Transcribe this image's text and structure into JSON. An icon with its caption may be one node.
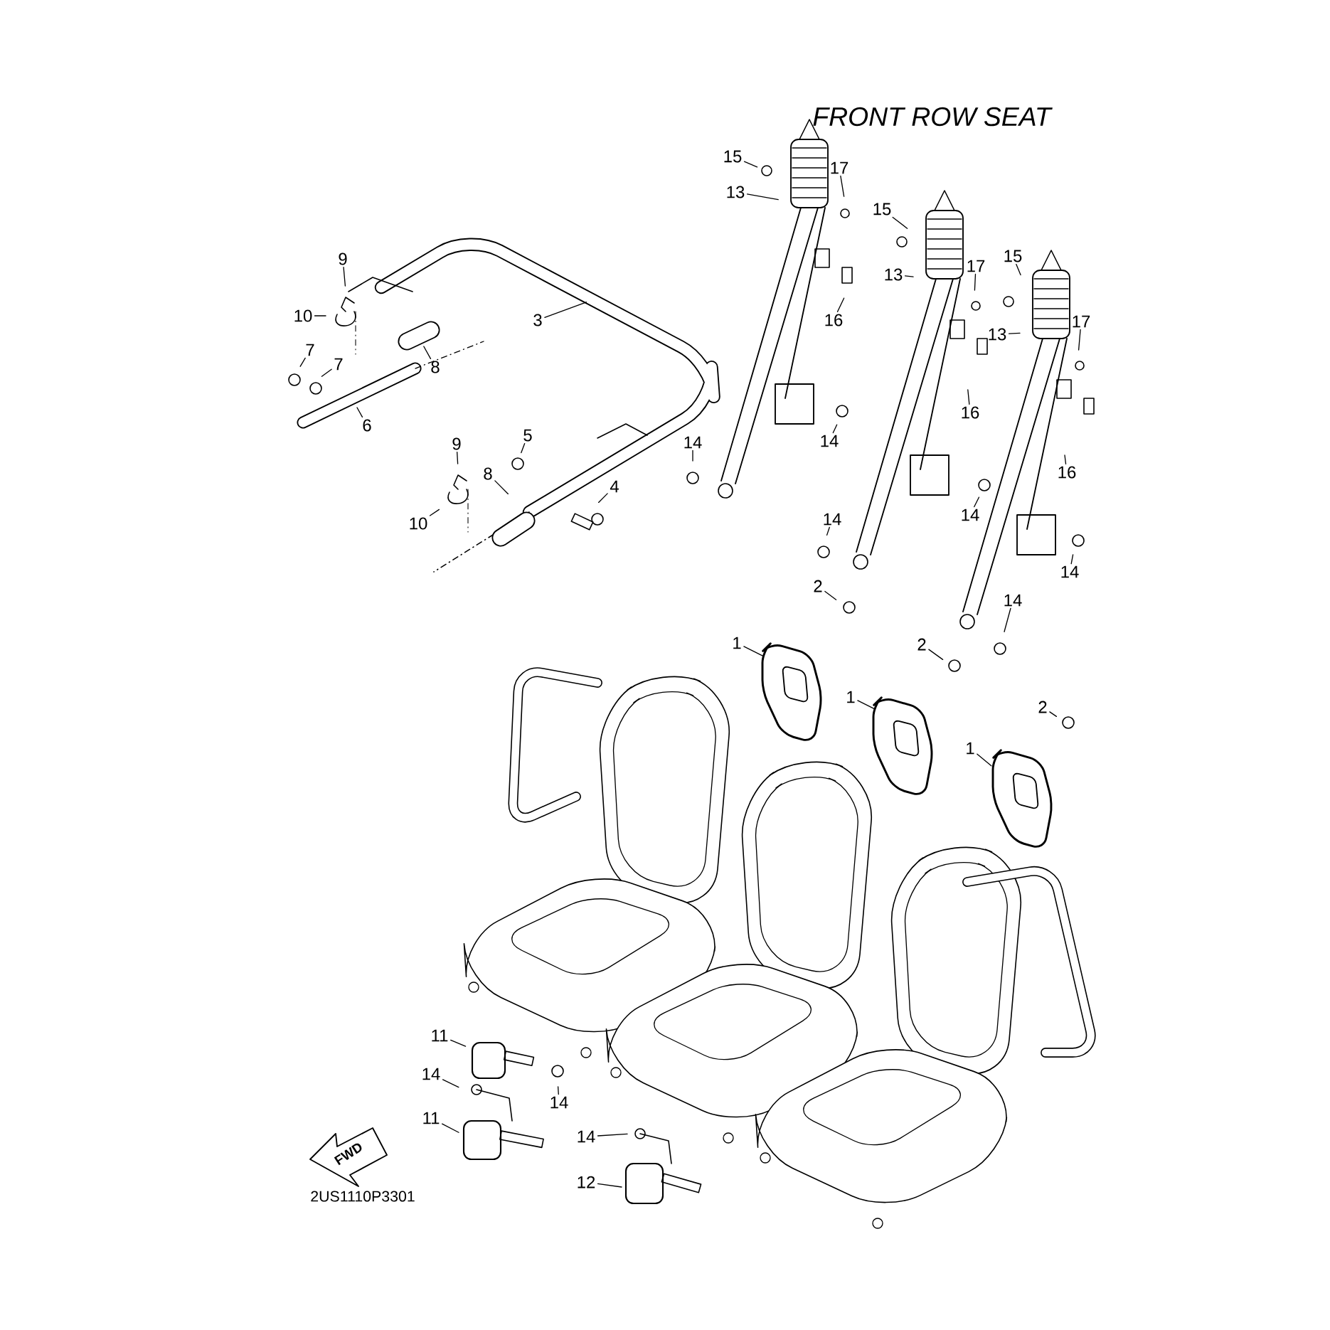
{
  "diagram": {
    "title": "FRONT ROW SEAT",
    "nodes": [
      {
        "text": [
          "9"
        ]
      },
      {
        "text": [
          "10"
        ]
      },
      {
        "text": [
          "7"
        ]
      },
      {
        "text": [
          "7"
        ]
      },
      {
        "text": [
          "8"
        ]
      },
      {
        "text": [
          "6"
        ]
      },
      {
        "text": [
          "3"
        ]
      },
      {
        "text": [
          "9"
        ]
      },
      {
        "text": [
          "10"
        ]
      },
      {
        "text": [
          "5"
        ]
      },
      {
        "text": [
          "8"
        ]
      },
      {
        "text": [
          "4"
        ]
      },
      {
        "text": [
          "15"
        ]
      },
      {
        "text": [
          "13"
        ]
      },
      {
        "text": [
          "17"
        ]
      },
      {
        "text": [
          "16"
        ]
      },
      {
        "text": [
          "14"
        ]
      },
      {
        "text": [
          "14"
        ]
      },
      {
        "text": [
          "15"
        ]
      },
      {
        "text": [
          "13"
        ]
      },
      {
        "text": [
          "17"
        ]
      },
      {
        "text": [
          "16"
        ]
      },
      {
        "text": [
          "15"
        ]
      },
      {
        "text": [
          "13"
        ]
      },
      {
        "text": [
          "17"
        ]
      },
      {
        "text": [
          "16"
        ]
      },
      {
        "text": [
          "14"
        ]
      },
      {
        "text": [
          "14"
        ]
      },
      {
        "text": [
          "14"
        ]
      },
      {
        "text": [
          "14"
        ]
      },
      {
        "text": [
          "2"
        ]
      },
      {
        "text": [
          "1"
        ]
      },
      {
        "text": [
          "2"
        ]
      },
      {
        "text": [
          "1"
        ]
      },
      {
        "text": [
          "2"
        ]
      },
      {
        "text": [
          "1"
        ]
      },
      {
        "text": [
          "11"
        ]
      },
      {
        "text": [
          "14"
        ]
      },
      {
        "text": [
          "14"
        ]
      },
      {
        "text": [
          "11"
        ]
      },
      {
        "text": [
          "14"
        ]
      },
      {
        "text": [
          "12"
        ]
      }
    ],
    "edges": [
      {
        "from": 0,
        "to": null,
        "arrow": "none"
      },
      {
        "from": 1,
        "to": null,
        "arrow": "none"
      },
      {
        "from": 2,
        "to": null,
        "arrow": "none"
      },
      {
        "from": 3,
        "to": null,
        "arrow": "none"
      },
      {
        "from": 4,
        "to": null,
        "arrow": "none"
      },
      {
        "from": 5,
        "to": null,
        "arrow": "none"
      },
      {
        "from": 6,
        "to": null,
        "arrow": "none"
      },
      {
        "from": 7,
        "to": null,
        "arrow": "none"
      },
      {
        "from": 8,
        "to": null,
        "arrow": "none"
      },
      {
        "from": 9,
        "to": null,
        "arrow": "none"
      },
      {
        "from": 10,
        "to": null,
        "arrow": "none"
      },
      {
        "from": 11,
        "to": null,
        "arrow": "none"
      },
      {
        "from": 12,
        "to": null,
        "arrow": "none"
      },
      {
        "from": 13,
        "to": null,
        "arrow": "none"
      },
      {
        "from": 14,
        "to": null,
        "arrow": "none"
      },
      {
        "from": 15,
        "to": null,
        "arrow": "none"
      },
      {
        "from": 16,
        "to": null,
        "arrow": "none"
      },
      {
        "from": 17,
        "to": null,
        "arrow": "none"
      },
      {
        "from": 18,
        "to": null,
        "arrow": "none"
      },
      {
        "from": 19,
        "to": null,
        "arrow": "none"
      },
      {
        "from": 20,
        "to": null,
        "arrow": "none"
      },
      {
        "from": 21,
        "to": null,
        "arrow": "none"
      },
      {
        "from": 22,
        "to": null,
        "arrow": "none"
      },
      {
        "from": 23,
        "to": null,
        "arrow": "none"
      },
      {
        "from": 24,
        "to": null,
        "arrow": "none"
      },
      {
        "from": 25,
        "to": null,
        "arrow": "none"
      },
      {
        "from": 26,
        "to": null,
        "arrow": "none"
      },
      {
        "from": 27,
        "to": null,
        "arrow": "none"
      },
      {
        "from": 28,
        "to": null,
        "arrow": "none"
      },
      {
        "from": 29,
        "to": null,
        "arrow": "none"
      },
      {
        "from": 30,
        "to": null,
        "arrow": "none"
      },
      {
        "from": 31,
        "to": null,
        "arrow": "none"
      },
      {
        "from": 32,
        "to": null,
        "arrow": "none"
      },
      {
        "from": 33,
        "to": null,
        "arrow": "none"
      },
      {
        "from": 34,
        "to": null,
        "arrow": "none"
      },
      {
        "from": 35,
        "to": null,
        "arrow": "none"
      },
      {
        "from": 36,
        "to": null,
        "arrow": "none"
      },
      {
        "from": 37,
        "to": null,
        "arrow": "none"
      },
      {
        "from": 38,
        "to": null,
        "arrow": "none"
      },
      {
        "from": 39,
        "to": null,
        "arrow": "none"
      },
      {
        "from": 40,
        "to": null,
        "arrow": "none"
      },
      {
        "from": 41,
        "to": null,
        "arrow": "none"
      }
    ],
    "labels": [
      "FWD",
      "2US1110P3301"
    ]
  }
}
